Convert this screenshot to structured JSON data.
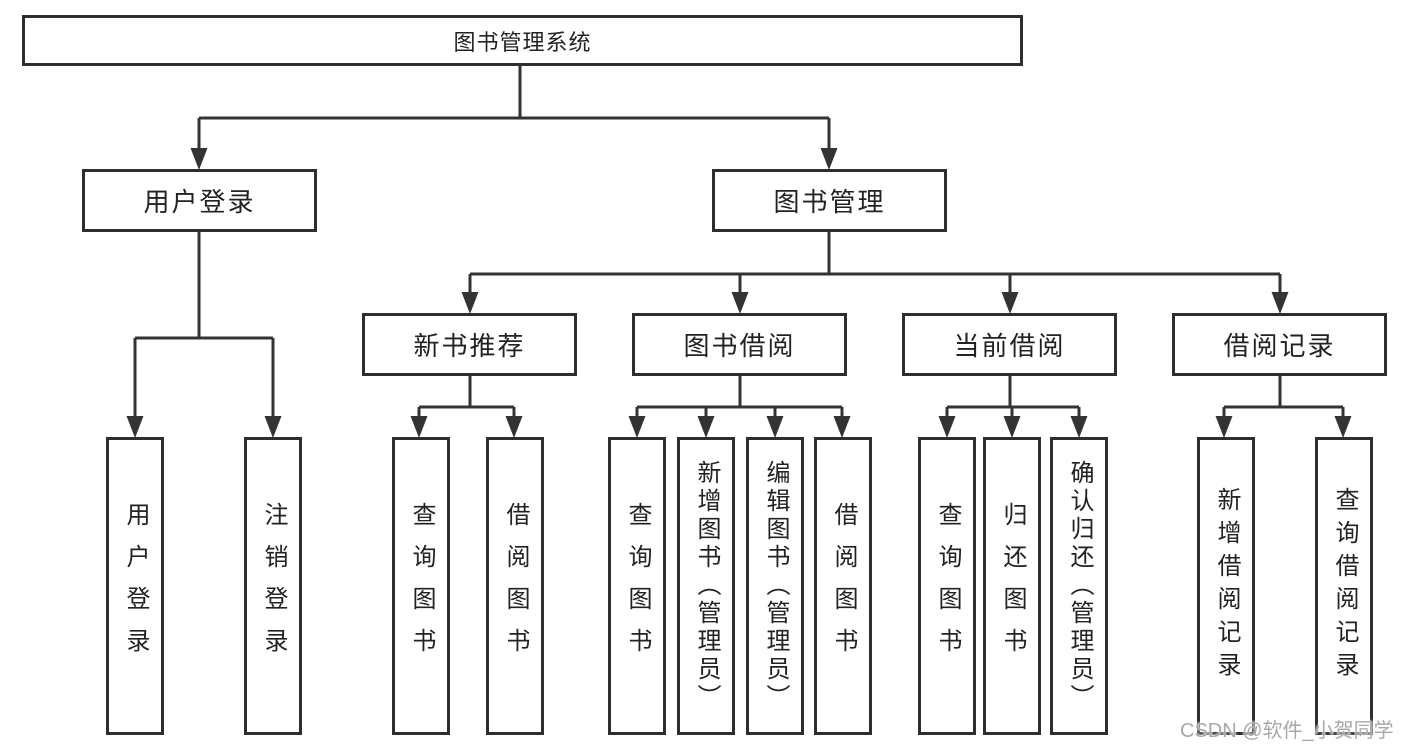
{
  "diagram": {
    "root": {
      "label": "图书管理系统"
    },
    "branches": [
      {
        "label": "用户登录",
        "children": [
          {
            "label": "用户登录"
          },
          {
            "label": "注销登录"
          }
        ]
      },
      {
        "label": "图书管理",
        "children": [
          {
            "label": "新书推荐",
            "children": [
              {
                "label": "查询图书"
              },
              {
                "label": "借阅图书"
              }
            ]
          },
          {
            "label": "图书借阅",
            "children": [
              {
                "label": "查询图书"
              },
              {
                "label": "新增图书（管理员）"
              },
              {
                "label": "编辑图书（管理员）"
              },
              {
                "label": "借阅图书"
              }
            ]
          },
          {
            "label": "当前借阅",
            "children": [
              {
                "label": "查询图书"
              },
              {
                "label": "归还图书"
              },
              {
                "label": "确认归还（管理员）"
              }
            ]
          },
          {
            "label": "借阅记录",
            "children": [
              {
                "label": "新增借阅记录"
              },
              {
                "label": "查询借阅记录"
              }
            ]
          }
        ]
      }
    ]
  },
  "colors": {
    "line": "#333333",
    "border": "#2e2e2e",
    "text": "#222222",
    "background": "#ffffff",
    "watermark": "#a8a8a8"
  },
  "watermark": {
    "text": "CSDN @软件_小贺同学"
  }
}
